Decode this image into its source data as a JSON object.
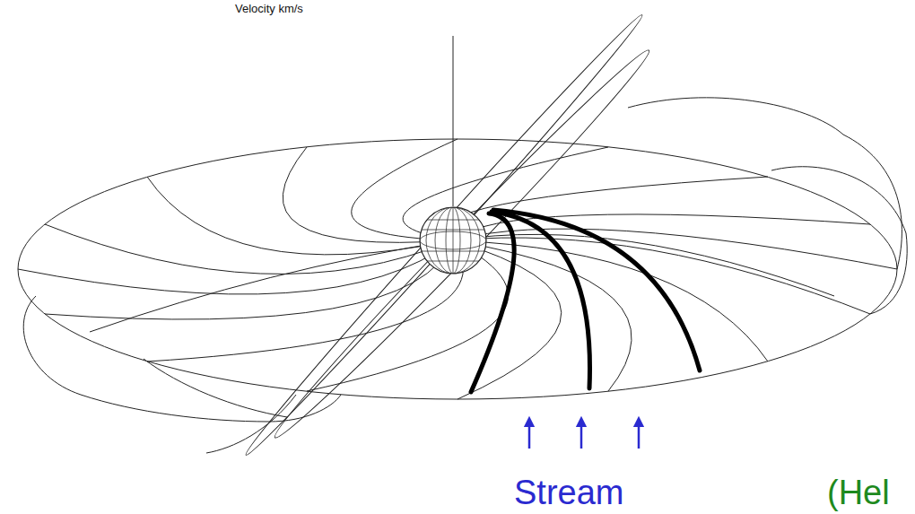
{
  "diagram": {
    "labels": [
      "Velocity km/s",
      "Stream",
      "(Hel"
    ]
  }
}
